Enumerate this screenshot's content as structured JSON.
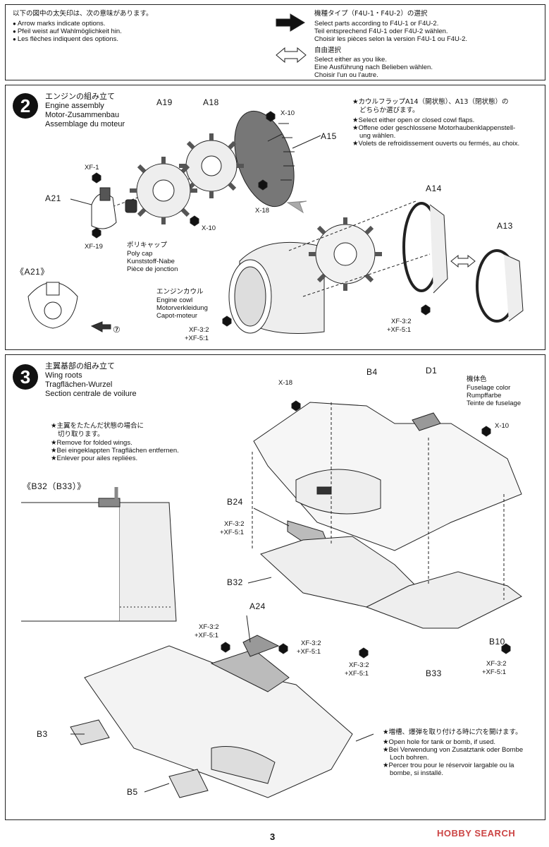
{
  "legend": {
    "left_ja": "以下の図中の太矢印は、次の意味があります。",
    "left_lines": [
      "Arrow marks indicate options.",
      "Pfeil weist auf Wahlmöglichkeit hin.",
      "Les flèches indiquent des options."
    ],
    "select_ja": "機種タイプ（F4U-1・F4U-2）の選択",
    "select_lines": [
      "Select parts according to F4U-1 or F4U-2.",
      "Teil entsprechend F4U-1 oder F4U-2 wählen.",
      "Choisir les pièces selon la version F4U-1 ou F4U-2."
    ],
    "free_ja": "自由選択",
    "free_lines": [
      "Select either as you like.",
      "Eine Ausführung nach Belieben wählen.",
      "Choisir l'un ou l'autre."
    ]
  },
  "step2": {
    "number": "2",
    "title_ja": "エンジンの組み立て",
    "title_lines": [
      "Engine assembly",
      "Motor-Zusammenbau",
      "Assemblage du moteur"
    ],
    "note_ja": [
      "★カウルフラップA14（開状態）、A13（閉状態）の",
      "どちらか選びます。"
    ],
    "note_lines": [
      "★Select either open or closed cowl flaps.",
      "★Offene oder geschlossene Motorhaubenklappenstell-",
      "ung wählen.",
      "★Volets de refroidissement ouverts ou fermés, au choix."
    ],
    "parts": {
      "a19": "A19",
      "a18": "A18",
      "x10a": "X-10",
      "a15": "A15",
      "xf1": "XF-1",
      "a21": "A21",
      "x18": "X-18",
      "x10b": "X-10",
      "xf19": "XF-19",
      "a14": "A14",
      "a13": "A13",
      "detail": "《A21》",
      "circle7": "⑦"
    },
    "polycap_ja": "ポリキャップ",
    "polycap_lines": [
      "Poly cap",
      "Kunststoff-Nabe",
      "Pièce de jonction"
    ],
    "cowl_ja": "エンジンカウル",
    "cowl_lines": [
      "Engine cowl",
      "Motorverkleidung",
      "Capot-moteur"
    ],
    "mix": [
      "XF-3:2",
      "+XF-5:1"
    ]
  },
  "step3": {
    "number": "3",
    "title_ja": "主翼基部の組み立て",
    "title_lines": [
      "Wing roots",
      "Tragflächen-Wurzel",
      "Section centrale de voilure"
    ],
    "remove_ja": [
      "★主翼をたたんだ状態の場合に",
      "切り取ります。"
    ],
    "remove_lines": [
      "★Remove for folded wings.",
      "★Bei eingeklappten Tragflächen entfernen.",
      "★Enlever pour ailes repliées."
    ],
    "detail": "《B32（B33）》",
    "parts": {
      "x18": "X-18",
      "b4": "B4",
      "d1": "D1",
      "x10": "X-10",
      "b24": "B24",
      "b32": "B32",
      "a24": "A24",
      "b10": "B10",
      "b33": "B33",
      "b3": "B3",
      "b5": "B5"
    },
    "fuselage_ja": "機体色",
    "fuselage_lines": [
      "Fuselage color",
      "Rumpffarbe",
      "Teinte de fuselage"
    ],
    "mix": [
      "XF-3:2",
      "+XF-5:1"
    ],
    "hole_ja": "★増槽、爆弾を取り付ける時に穴を開けます。",
    "hole_lines": [
      "★Open hole for tank or bomb, if used.",
      "★Bei Verwendung von Zusatztank oder Bombe",
      "Loch bohren.",
      "★Percer trou pour le réservoir largable ou la",
      "bombe, si installé."
    ]
  },
  "page_number": "3",
  "watermark": "HOBBY SEARCH"
}
